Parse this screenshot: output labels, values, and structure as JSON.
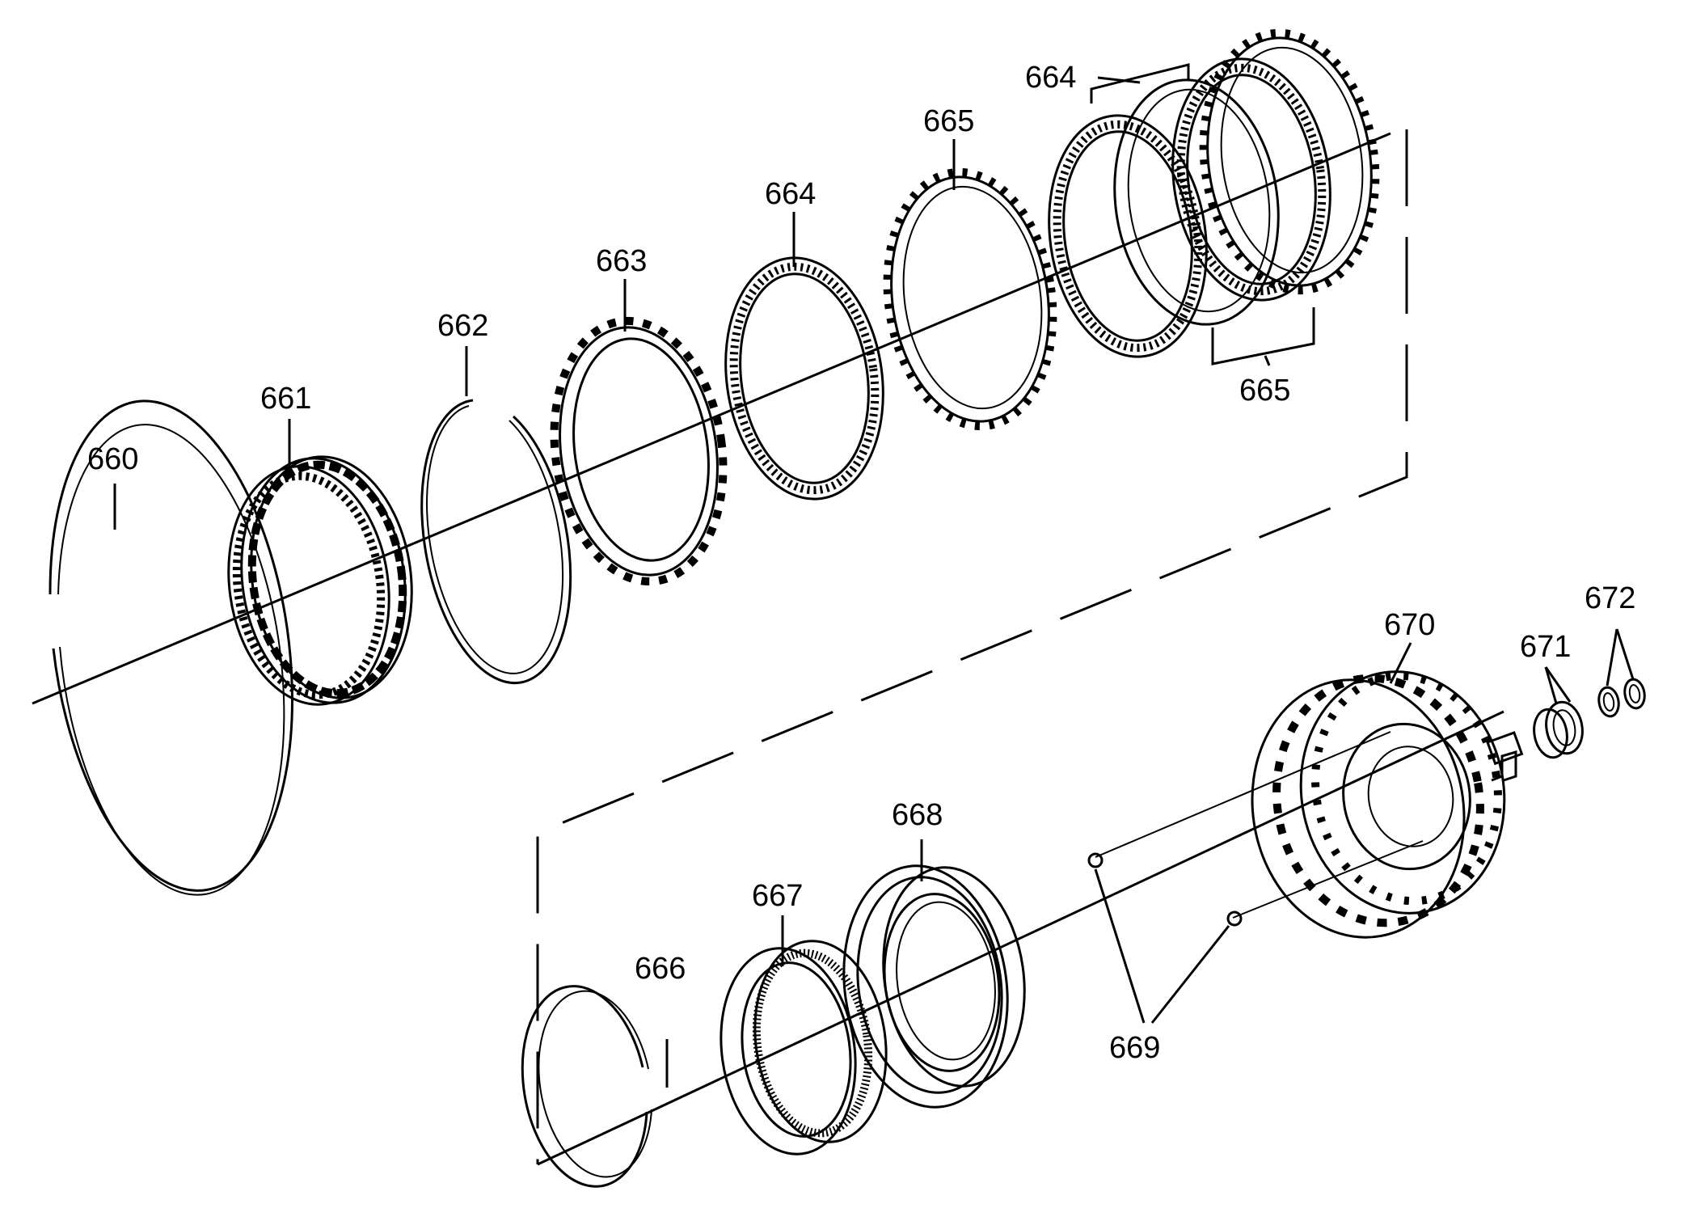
{
  "figure": {
    "callouts": {
      "p660": "660",
      "p661": "661",
      "p662": "662",
      "p663": "663",
      "p664a": "664",
      "p665a": "665",
      "p664b": "664",
      "p665b": "665",
      "p666": "666",
      "p667": "667",
      "p668": "668",
      "p669": "669",
      "p670": "670",
      "p671": "671",
      "p672": "672"
    }
  }
}
